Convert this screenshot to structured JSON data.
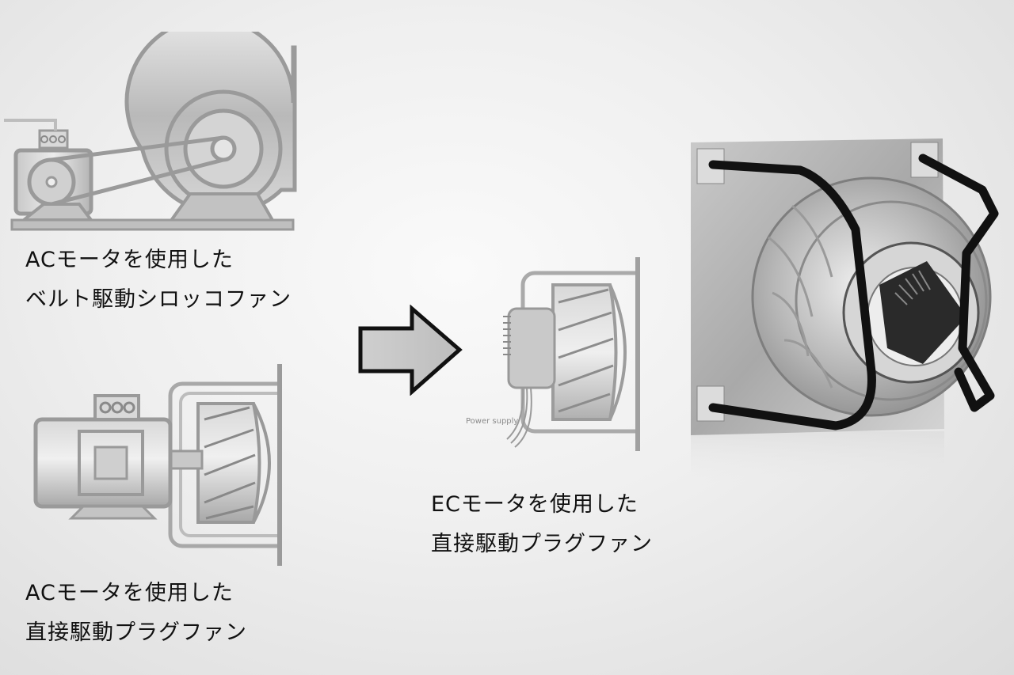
{
  "captions": {
    "belt_fan": {
      "line1": "ACモータを使用した",
      "line2": "ベルト駆動シロッコファン"
    },
    "ac_plug_fan": {
      "line1": "ACモータを使用した",
      "line2": "直接駆動プラグファン"
    },
    "ec_plug_fan": {
      "line1": "ECモータを使用した",
      "line2": "直接駆動プラグファン"
    }
  },
  "labels": {
    "power_supply": "Power supply"
  },
  "icons": {
    "arrow": "right-arrow-icon"
  }
}
